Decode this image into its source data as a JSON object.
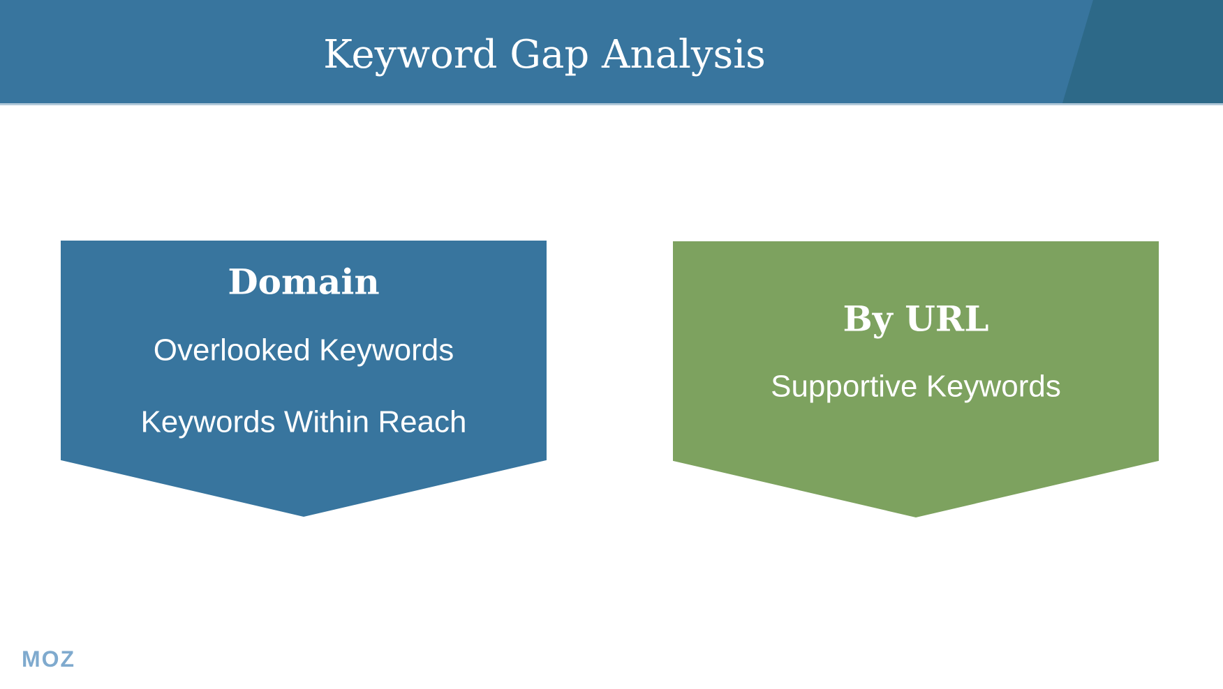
{
  "header": {
    "title": "Keyword Gap Analysis"
  },
  "banners": [
    {
      "id": "domain",
      "title": "Domain",
      "items": [
        "Overlooked Keywords",
        "Keywords Within Reach"
      ]
    },
    {
      "id": "by-url",
      "title": "By URL",
      "items": [
        "Supportive Keywords"
      ]
    }
  ],
  "footer": {
    "logo_text": "MOZ"
  },
  "colors": {
    "header_blue": "#38759E",
    "header_dark_wedge": "#2D6988",
    "header_underline": "#B2C9D9",
    "banner_blue": "#38759E",
    "banner_green": "#7DA25F",
    "text_white": "#FFFFFF",
    "logo_blue": "#7FAACE"
  }
}
